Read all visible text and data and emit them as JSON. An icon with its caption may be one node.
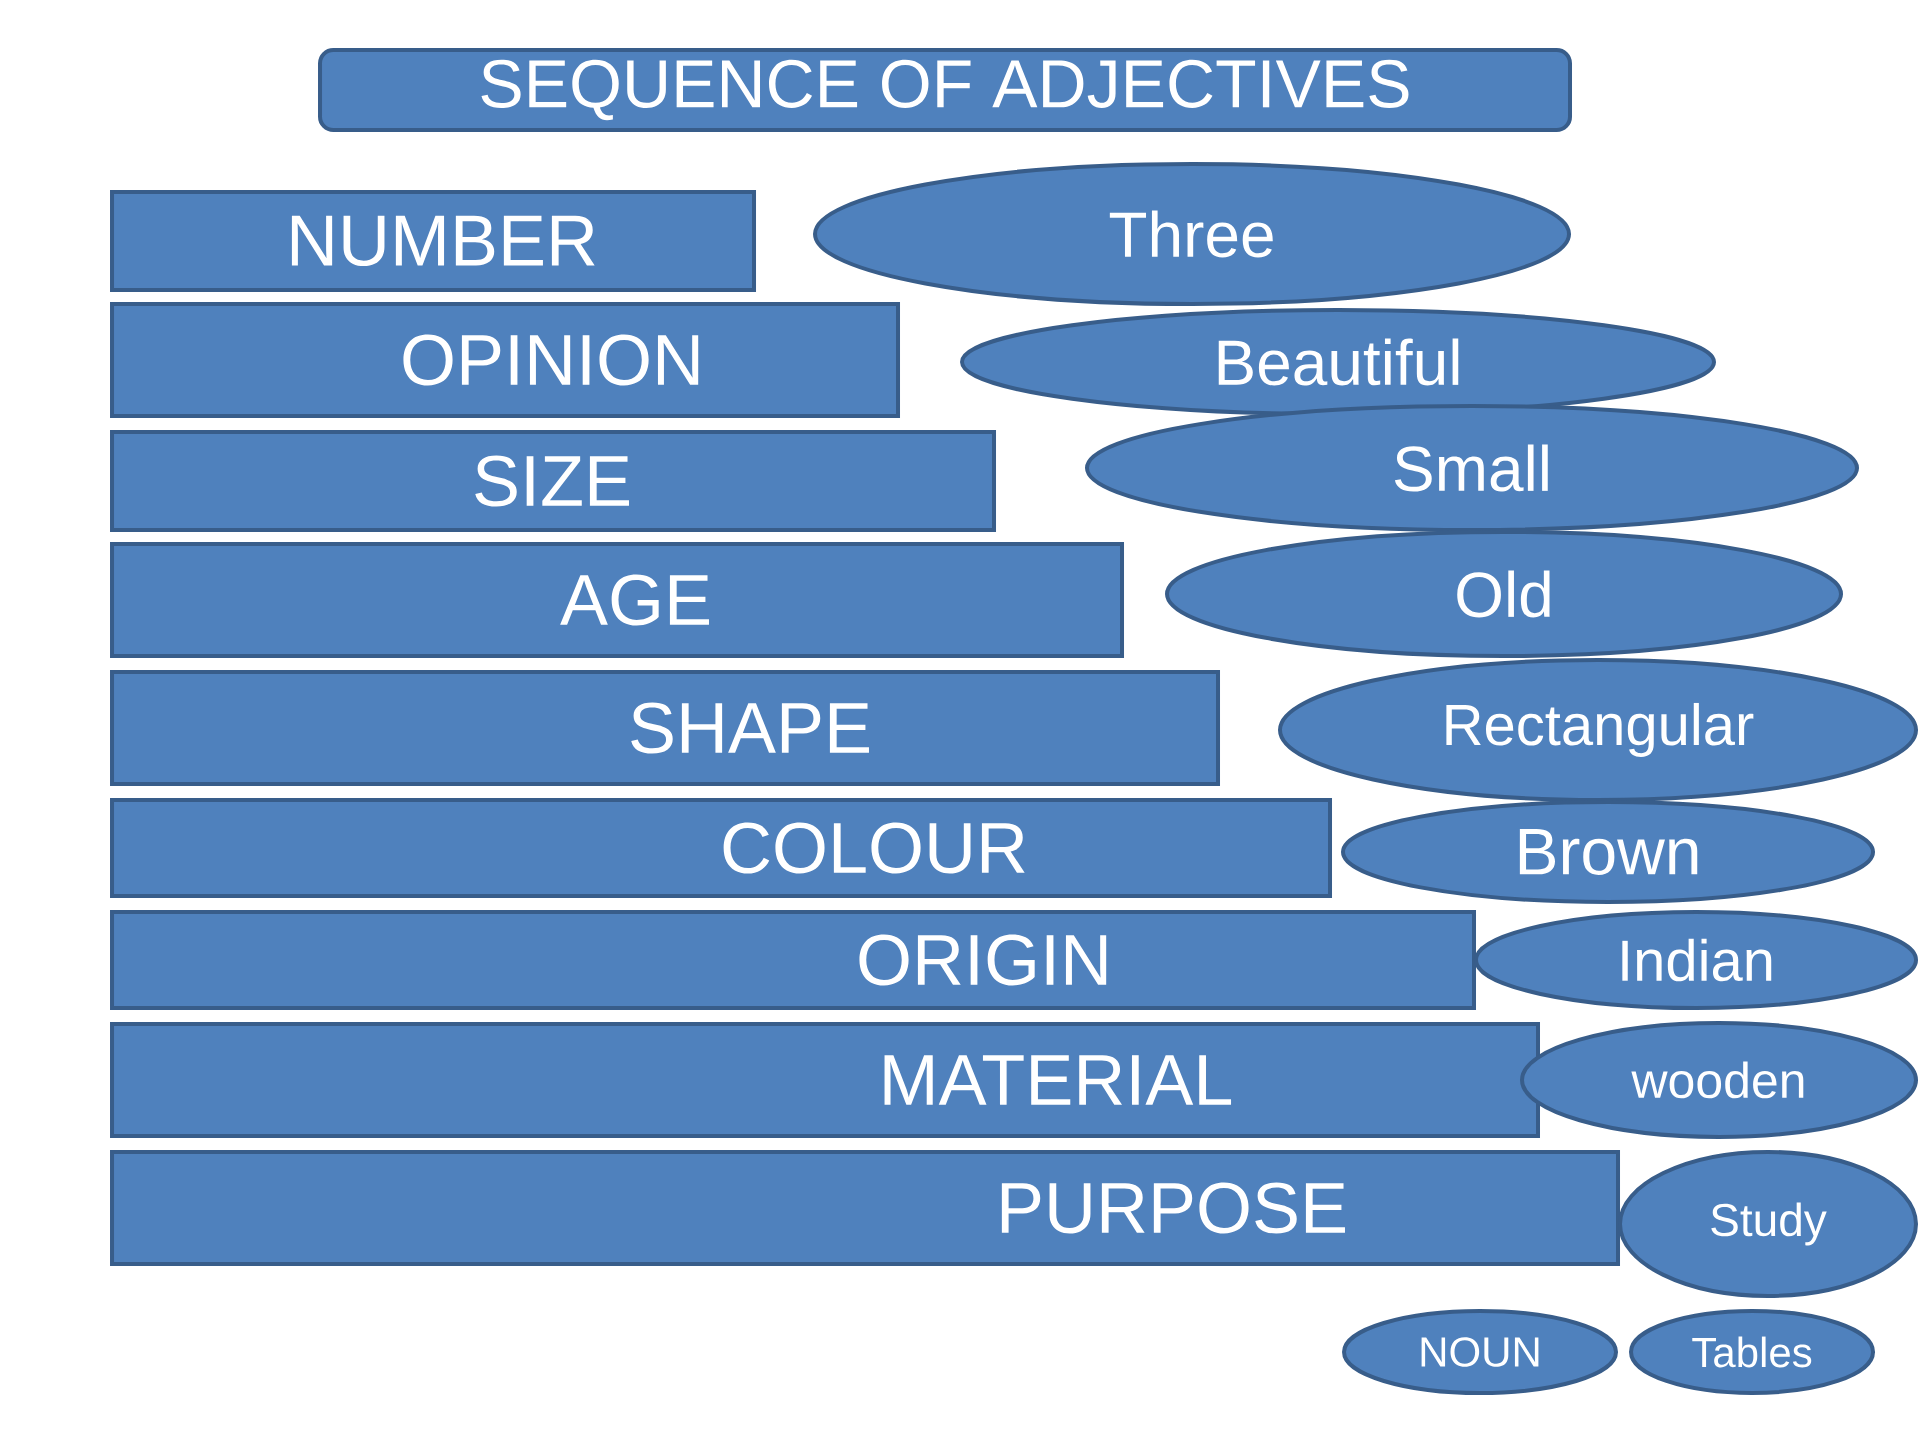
{
  "diagram": {
    "title": "SEQUENCE OF ADJECTIVES",
    "nodes": [
      {
        "text": [
          "NUMBER"
        ]
      },
      {
        "text": [
          "Three"
        ]
      },
      {
        "text": [
          "OPINION"
        ]
      },
      {
        "text": [
          "Beautiful"
        ]
      },
      {
        "text": [
          "SIZE"
        ]
      },
      {
        "text": [
          "Small"
        ]
      },
      {
        "text": [
          "AGE"
        ]
      },
      {
        "text": [
          "Old"
        ]
      },
      {
        "text": [
          "SHAPE"
        ]
      },
      {
        "text": [
          "Rectangular"
        ]
      },
      {
        "text": [
          "COLOUR"
        ]
      },
      {
        "text": [
          "Brown"
        ]
      },
      {
        "text": [
          "ORIGIN"
        ]
      },
      {
        "text": [
          "Indian"
        ]
      },
      {
        "text": [
          "MATERIAL"
        ]
      },
      {
        "text": [
          "wooden"
        ]
      },
      {
        "text": [
          "PURPOSE"
        ]
      },
      {
        "text": [
          "Study"
        ]
      },
      {
        "text": [
          "NOUN"
        ]
      },
      {
        "text": [
          "Tables"
        ]
      }
    ]
  }
}
